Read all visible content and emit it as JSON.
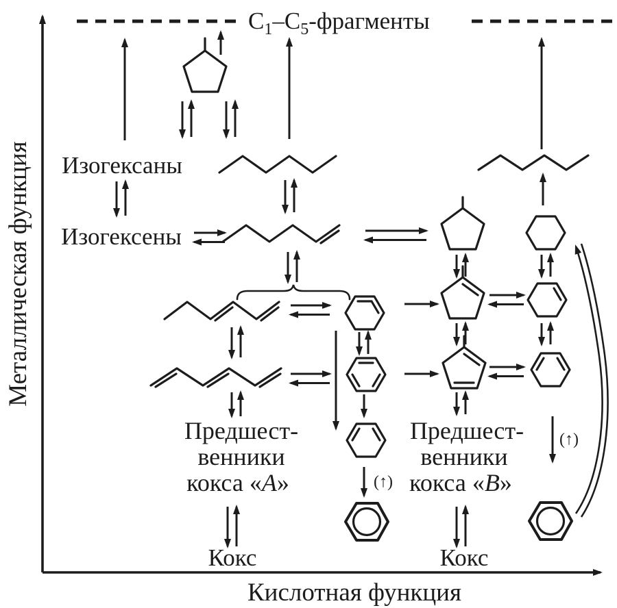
{
  "colors": {
    "ink": "#1c1c1c",
    "bg": "#ffffff"
  },
  "axes": {
    "y_label": "Металлическая функция",
    "x_label": "Кислотная функция"
  },
  "title": {
    "p1": "C",
    "sub1": "1",
    "p2": "–C",
    "sub2": "5",
    "p3": "-фрагменты"
  },
  "labels": {
    "isohexanes": "Изогексаны",
    "isohexenes": "Изогексены",
    "precursor_a": {
      "l1": "Предшест-",
      "l2": "венники",
      "l3a": "кокса «",
      "l3b": "A",
      "l3c": "»"
    },
    "precursor_b": {
      "l1": "Предшест-",
      "l2": "венники",
      "l3a": "кокса «",
      "l3b": "B",
      "l3c": "»"
    },
    "coke_left": "Кокс",
    "coke_right": "Кокс",
    "gas_note_mid": "(↑)",
    "gas_note_right": "(↑)"
  },
  "structures": [
    "methylcyclopentane-top",
    "hexane-left",
    "hexane-right",
    "hexene",
    "methylcyclopentane-mid",
    "cyclohexane",
    "hexadiene",
    "cyclohexadiene-1",
    "methylcyclopentene",
    "cyclohexene",
    "hexatriene",
    "benzene-kekule",
    "methylcyclopentadiene",
    "cyclohexadiene-2",
    "cyclohexadiene-3",
    "benzene-circle-left",
    "benzene-circle-right"
  ]
}
